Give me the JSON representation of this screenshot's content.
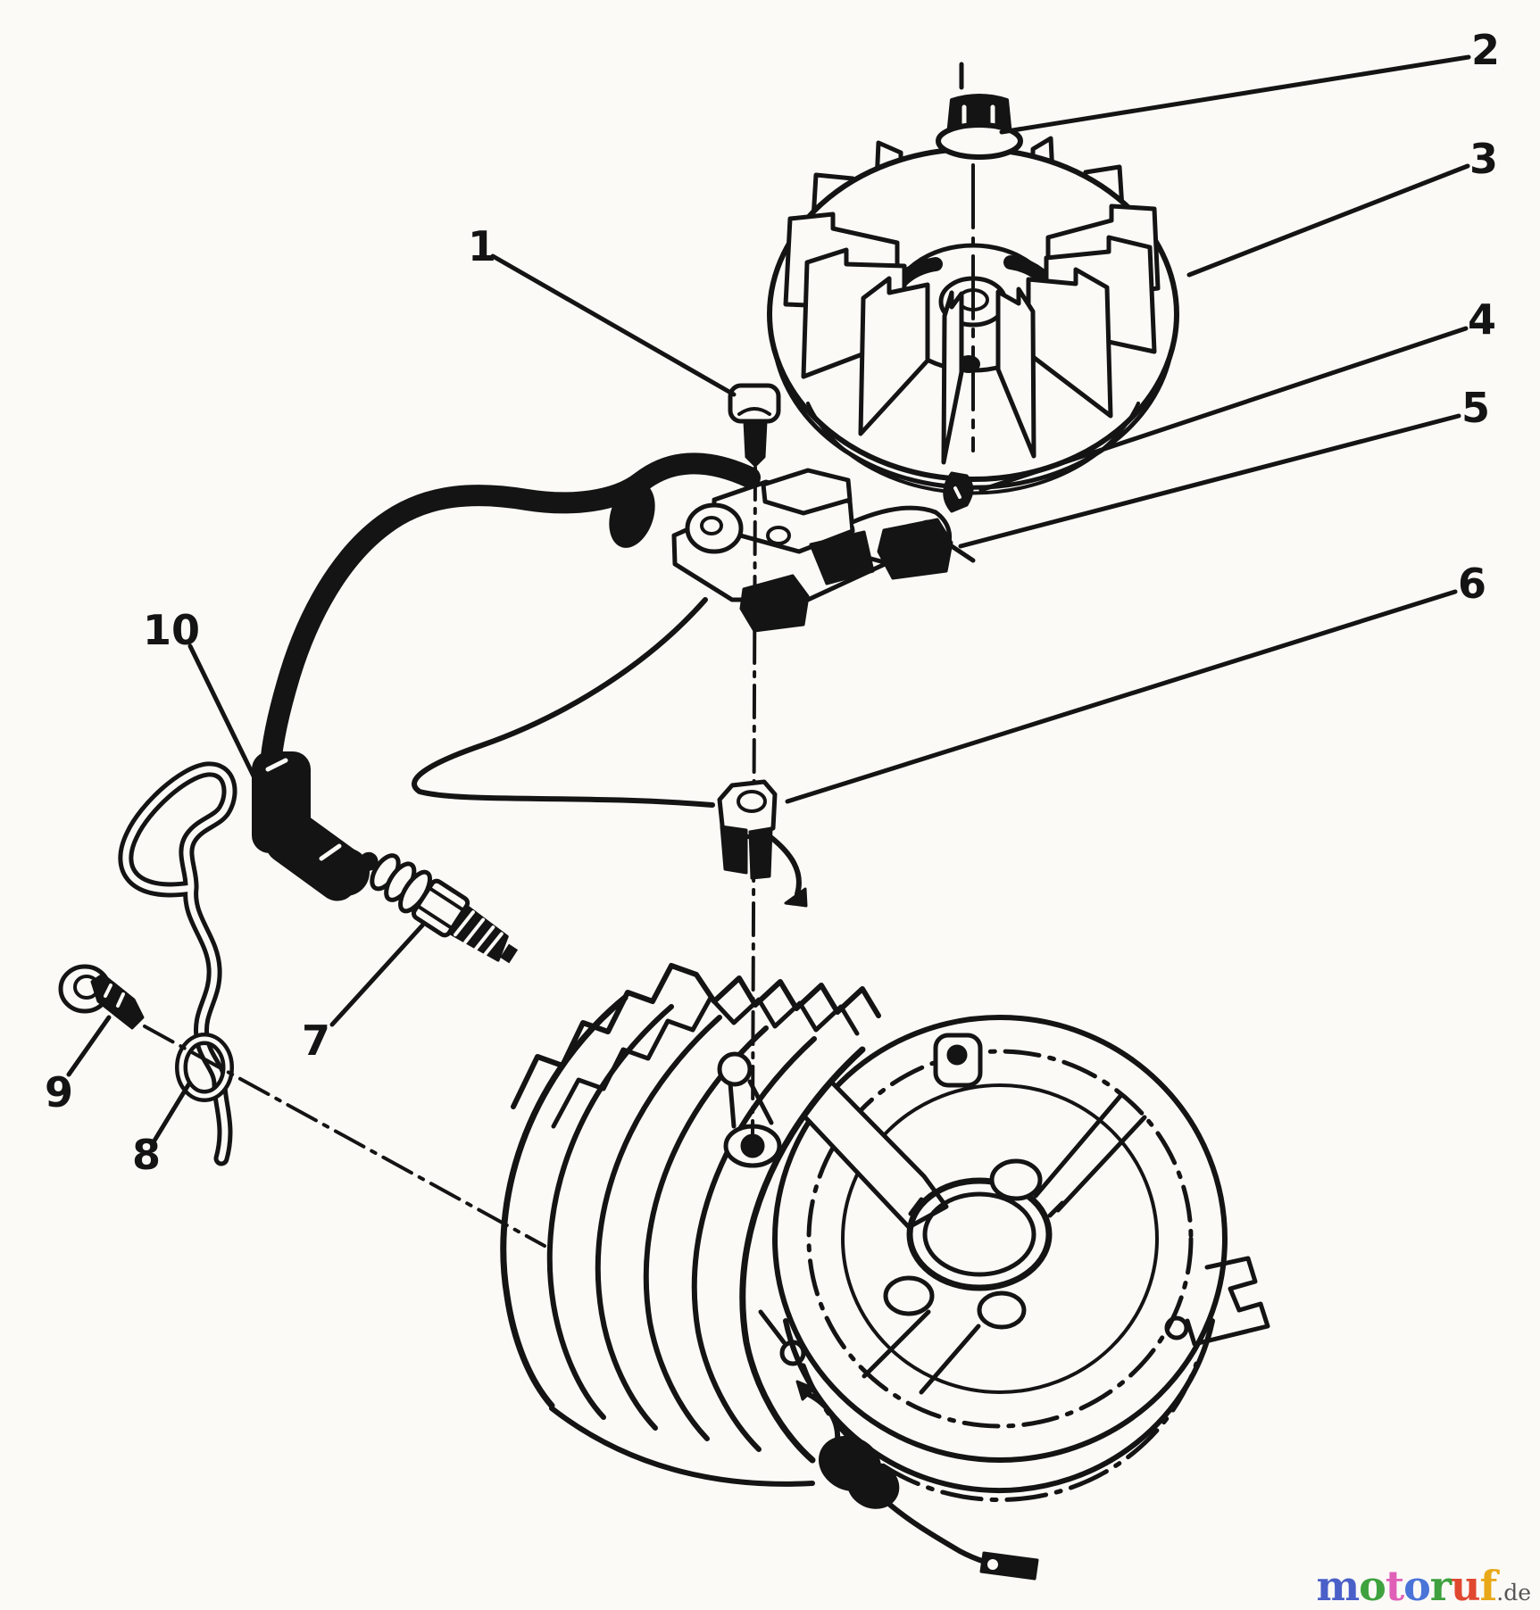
{
  "diagram": {
    "type": "exploded-parts-diagram",
    "subject": "engine ignition and flywheel assembly",
    "paper_color": "#fbfaf7",
    "ink_color": "#141414",
    "callouts": [
      {
        "label": "1",
        "points_to": "coil-mounting-bolt"
      },
      {
        "label": "2",
        "points_to": "flywheel-nut"
      },
      {
        "label": "3",
        "points_to": "flywheel"
      },
      {
        "label": "4",
        "points_to": "flywheel-key"
      },
      {
        "label": "5",
        "points_to": "ignition-coil"
      },
      {
        "label": "6",
        "points_to": "wire-clamp"
      },
      {
        "label": "7",
        "points_to": "spark-plug"
      },
      {
        "label": "8",
        "points_to": "wire-guide"
      },
      {
        "label": "9",
        "points_to": "guide-bolt"
      },
      {
        "label": "10",
        "points_to": "spark-plug-boot"
      }
    ]
  },
  "watermark": {
    "letters": [
      {
        "ch": "m",
        "color": "#4a5fc8"
      },
      {
        "ch": "o",
        "color": "#3fa23f"
      },
      {
        "ch": "t",
        "color": "#e060b8"
      },
      {
        "ch": "o",
        "color": "#4a74d8"
      },
      {
        "ch": "r",
        "color": "#3ea03e"
      },
      {
        "ch": "u",
        "color": "#e04830"
      },
      {
        "ch": "f",
        "color": "#e8a818"
      }
    ],
    "suffix": ".de",
    "suffix_color": "#555555"
  }
}
